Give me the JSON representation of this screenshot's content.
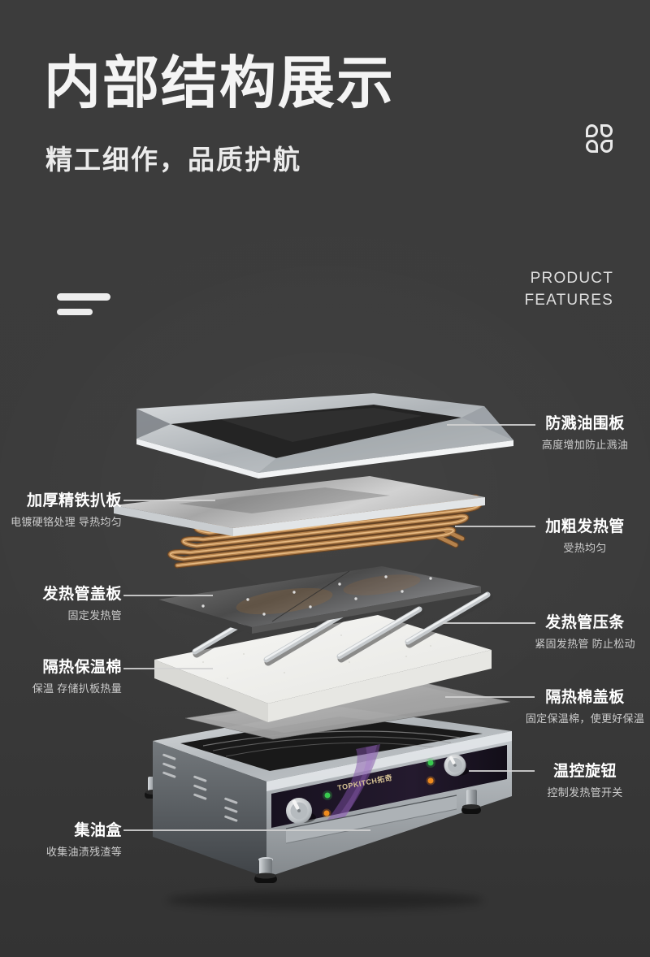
{
  "page": {
    "title": "内部结构展示",
    "subtitle": "精工细作，品质护航",
    "corner_line1": "PRODUCT",
    "corner_line2": "FEATURES"
  },
  "brand": {
    "label": "TOPKITCH拓奇"
  },
  "callouts": [
    {
      "side": "right",
      "title": "防溅油围板",
      "desc": "高度增加防止溅油"
    },
    {
      "side": "left",
      "title": "加厚精铁扒板",
      "desc": "电镀硬铬处理 导热均匀"
    },
    {
      "side": "right",
      "title": "加粗发热管",
      "desc": "受热均匀"
    },
    {
      "side": "left",
      "title": "发热管盖板",
      "desc": "固定发热管"
    },
    {
      "side": "right",
      "title": "发热管压条",
      "desc": "紧固发热管 防止松动"
    },
    {
      "side": "left",
      "title": "隔热保温棉",
      "desc": "保温 存储扒板热量"
    },
    {
      "side": "right",
      "title": "隔热棉盖板",
      "desc": "固定保温棉，使更好保温"
    },
    {
      "side": "right",
      "title": "温控旋钮",
      "desc": "控制发热管开关"
    },
    {
      "side": "left",
      "title": "集油盒",
      "desc": "收集油渍残渣等"
    }
  ],
  "icons": {
    "corner_icon": "clover-icon"
  },
  "colors": {
    "background": "#3b3b3b",
    "text_primary": "#ffffff",
    "text_secondary": "#cccccc",
    "heating_tube_copper": "#c08850",
    "control_panel_purple": "#7b4ba0",
    "foam_white": "#f3f3f1",
    "steel_light": "#d6d9db"
  }
}
